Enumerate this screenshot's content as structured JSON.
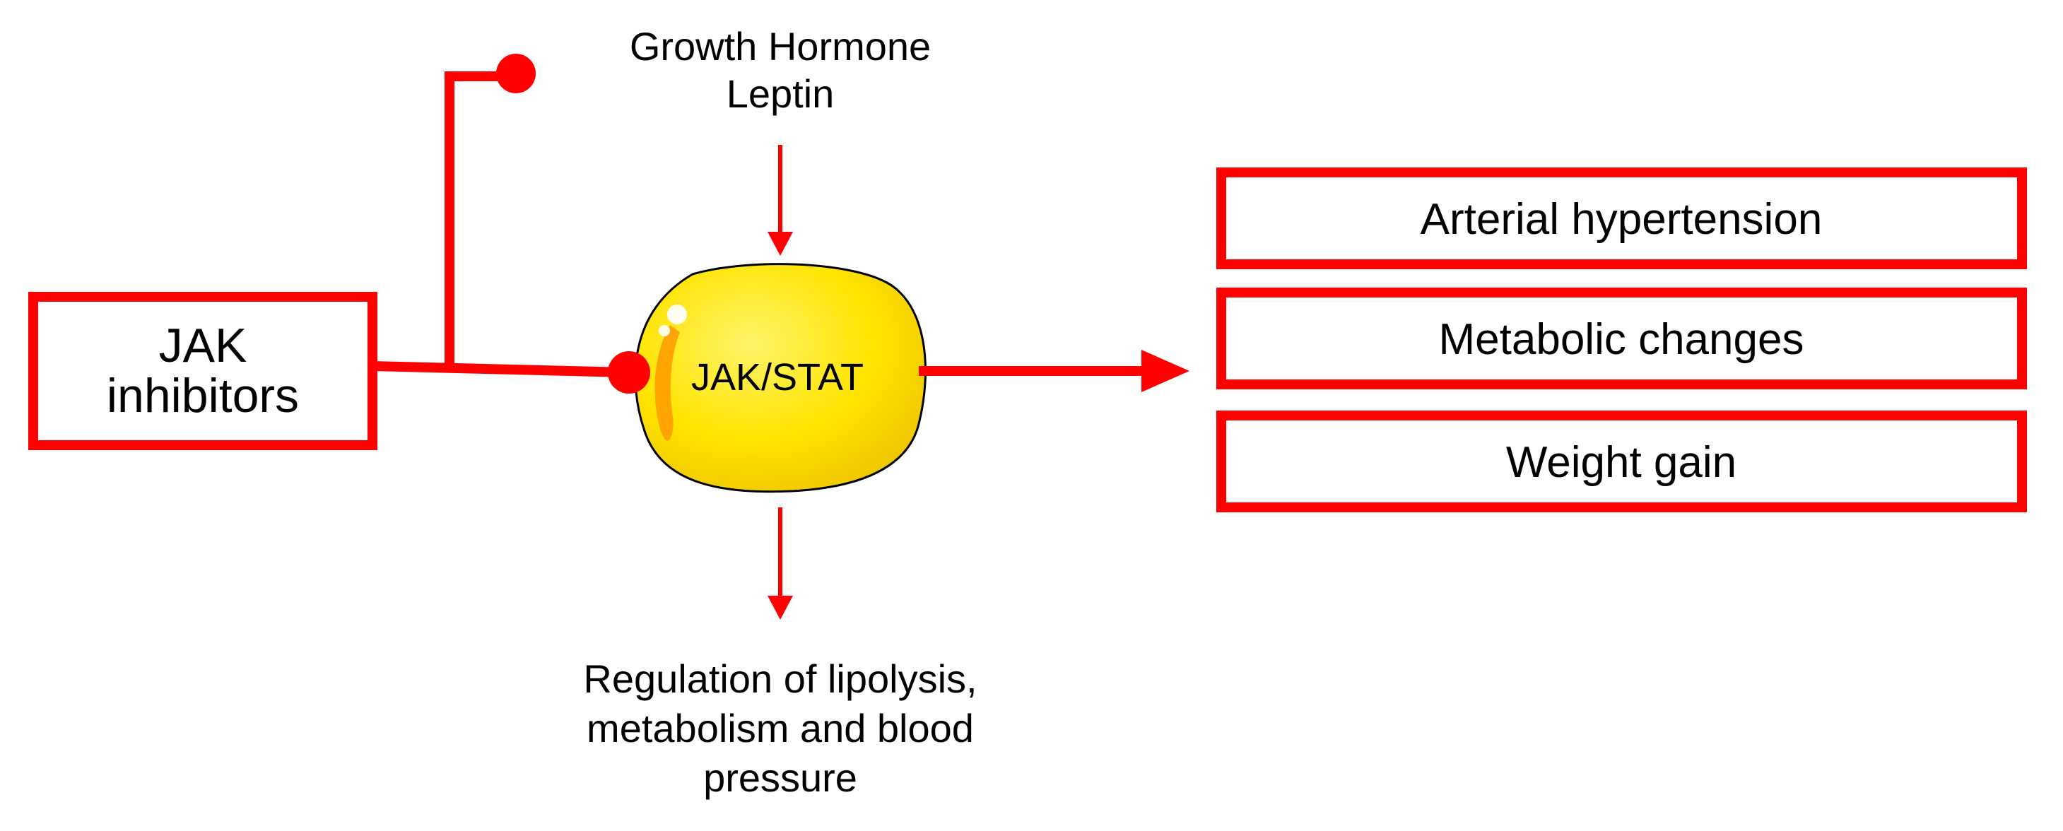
{
  "colors": {
    "accent": "#ff0000",
    "cell_fill": "#ffe400",
    "cell_highlight": "#ff9900",
    "cell_outline": "#000000",
    "background": "#ffffff",
    "text": "#000000"
  },
  "inhibitor_box": {
    "line1": "JAK",
    "line2": "inhibitors"
  },
  "inputs": {
    "line1": "Growth Hormone",
    "line2": "Leptin"
  },
  "cell": {
    "label": "JAK/STAT"
  },
  "outcome_below": {
    "line1": "Regulation of lipolysis,",
    "line2": "metabolism and blood",
    "line3": "pressure"
  },
  "effects": [
    {
      "label": "Arterial hypertension"
    },
    {
      "label": "Metabolic changes"
    },
    {
      "label": "Weight gain"
    }
  ]
}
